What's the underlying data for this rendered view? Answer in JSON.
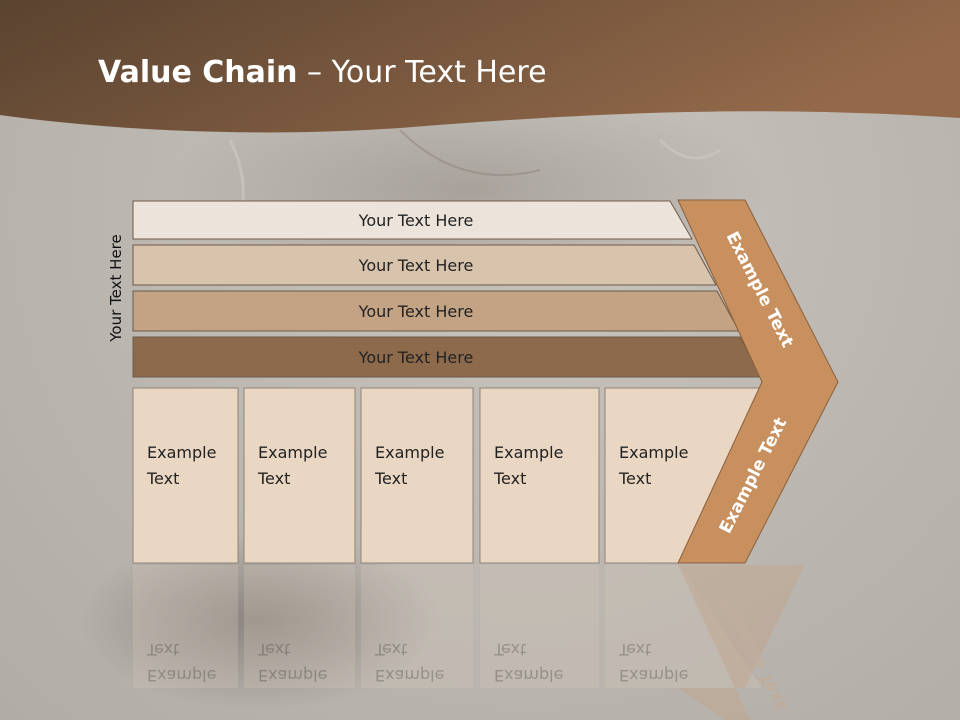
{
  "title": {
    "bold": "Value Chain",
    "rest": " – Your Text Here"
  },
  "side_label": "Your Text Here",
  "bars": [
    {
      "label": "Your Text Here",
      "color": "#ece4da"
    },
    {
      "label": "Your Text Here",
      "color": "#d8c3ad"
    },
    {
      "label": "Your Text Here",
      "color": "#c4a385"
    },
    {
      "label": "Your Text Here",
      "color": "#8d6a4b"
    }
  ],
  "columns": [
    {
      "line1": "Example",
      "line2": "Text"
    },
    {
      "line1": "Example",
      "line2": "Text"
    },
    {
      "line1": "Example",
      "line2": "Text"
    },
    {
      "line1": "Example",
      "line2": "Text"
    },
    {
      "line1": "Example",
      "line2": "Text"
    }
  ],
  "chevron": {
    "upper": "Example Text",
    "lower": "Example Text",
    "color": "#c8905e"
  },
  "colors": {
    "header_dark": "#5a4330",
    "header_light": "#93694a",
    "column_fill": "#ead7c3"
  }
}
